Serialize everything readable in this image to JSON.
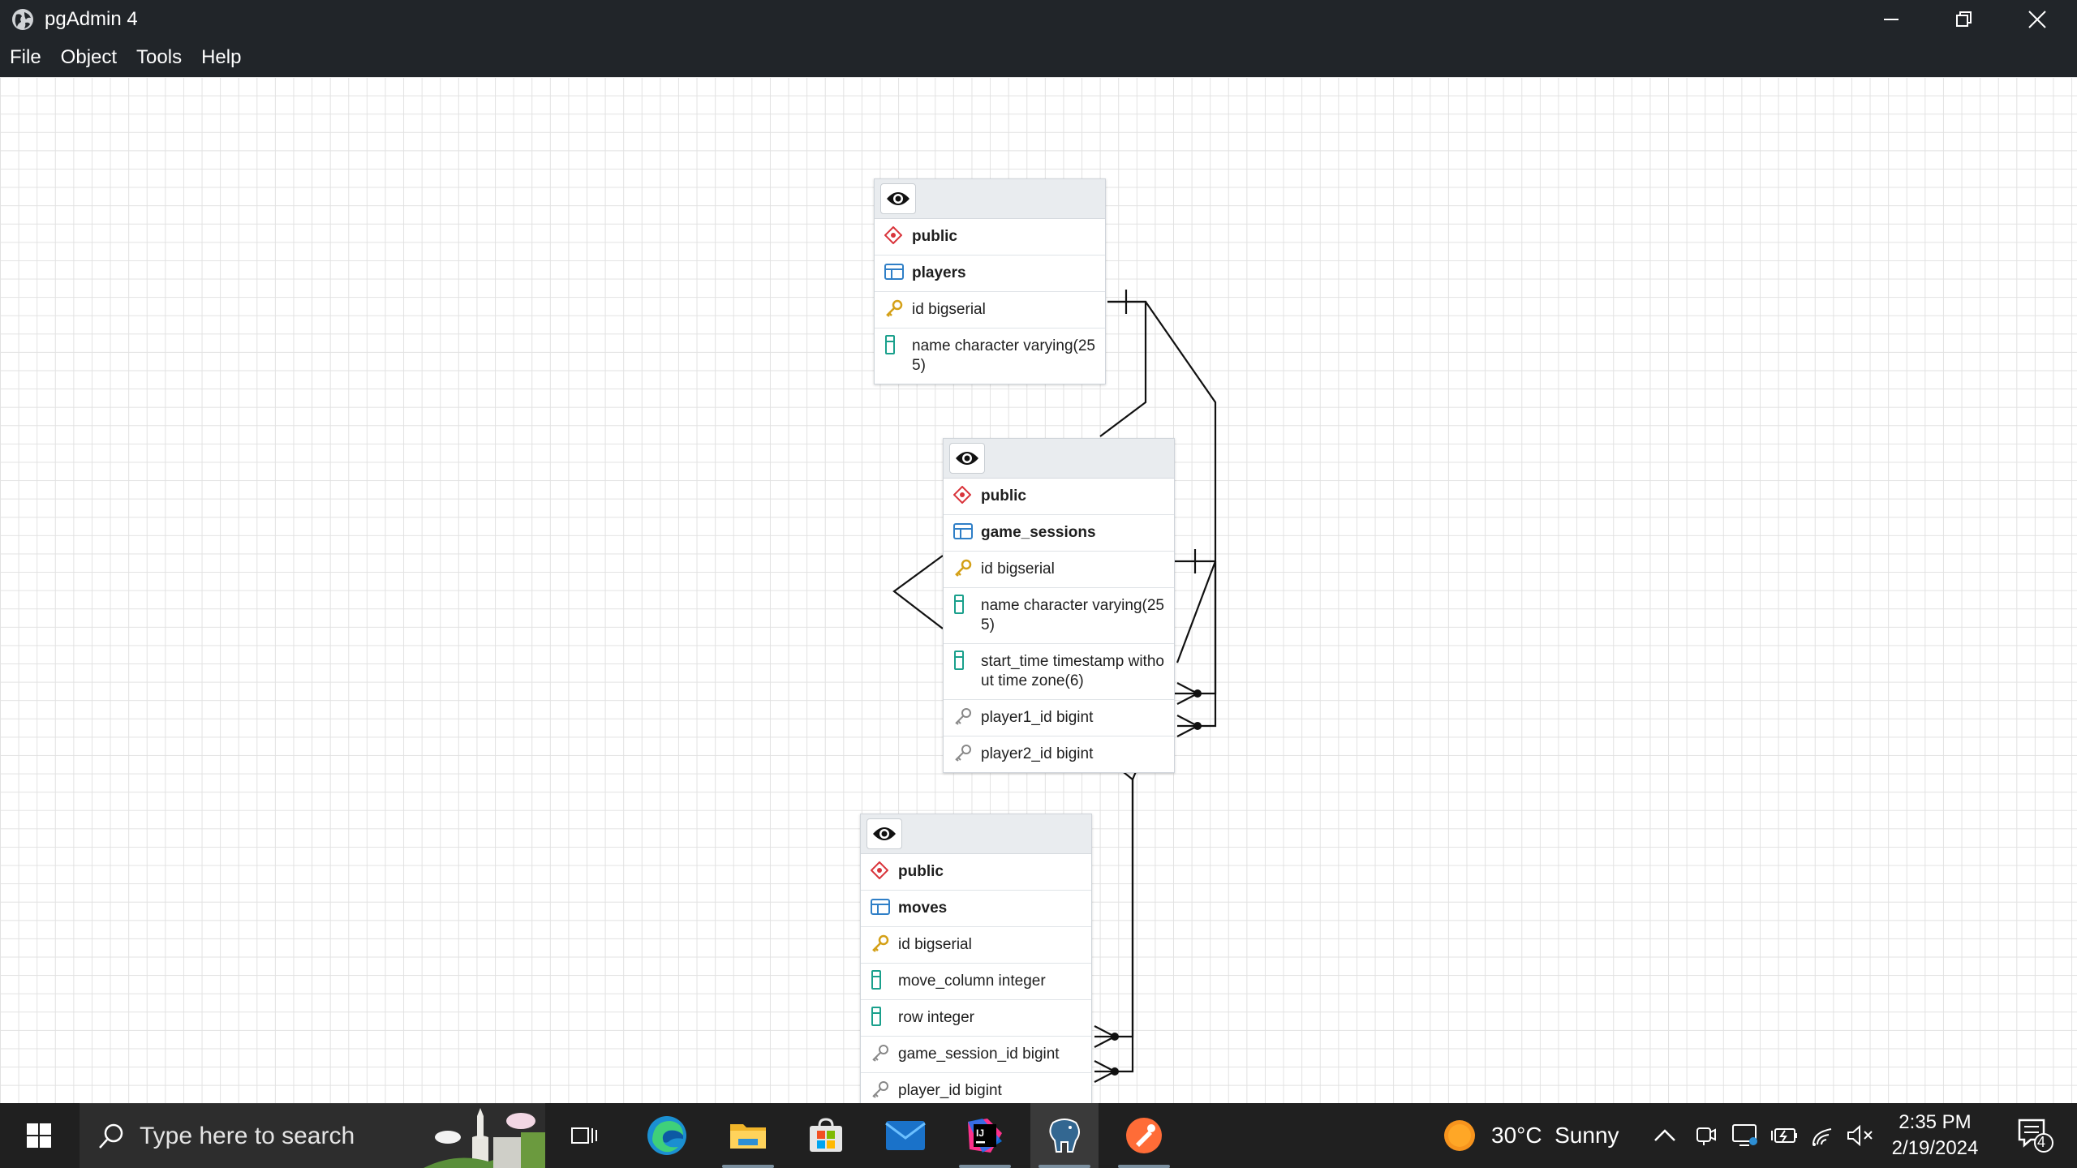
{
  "window": {
    "title": "pgAdmin 4"
  },
  "menu": [
    "File",
    "Object",
    "Tools",
    "Help"
  ],
  "tables": [
    {
      "schema": "public",
      "name": "players",
      "columns": [
        {
          "kind": "pk",
          "text": "id bigserial"
        },
        {
          "kind": "col",
          "text": "name character varying(255)"
        }
      ]
    },
    {
      "schema": "public",
      "name": "game_sessions",
      "columns": [
        {
          "kind": "pk",
          "text": "id bigserial"
        },
        {
          "kind": "col",
          "text": "name character varying(255)"
        },
        {
          "kind": "col",
          "text": "start_time timestamp without time zone(6)"
        },
        {
          "kind": "fk",
          "text": "player1_id bigint"
        },
        {
          "kind": "fk",
          "text": "player2_id bigint"
        }
      ]
    },
    {
      "schema": "public",
      "name": "moves",
      "columns": [
        {
          "kind": "pk",
          "text": "id bigserial"
        },
        {
          "kind": "col",
          "text": "move_column integer"
        },
        {
          "kind": "col",
          "text": "row integer"
        },
        {
          "kind": "fk",
          "text": "game_session_id bigint"
        },
        {
          "kind": "fk",
          "text": "player_id bigint"
        }
      ]
    }
  ],
  "taskbar": {
    "search_placeholder": "Type here to search",
    "weather": "30°C  Sunny",
    "time": "2:35 PM",
    "date": "2/19/2024",
    "notifications": "4"
  },
  "colors": {
    "titlebar": "#212529",
    "taskbar": "#202020",
    "pk_icon": "#d4a017",
    "col_icon": "#1aa08c",
    "schema_icon": "#d9343b",
    "table_icon": "#2f7fc7"
  }
}
